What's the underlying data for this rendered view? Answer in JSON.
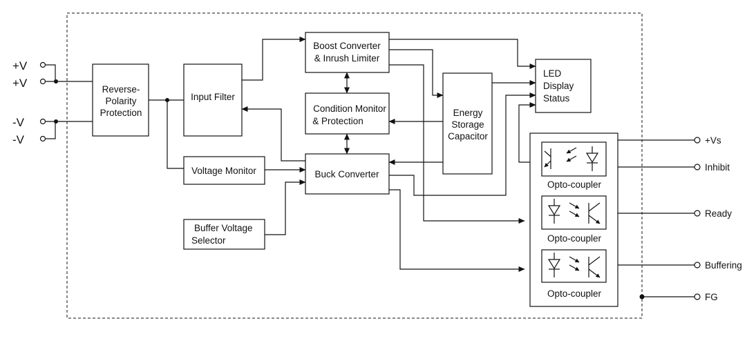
{
  "blocks": {
    "reverse_polarity": [
      "Reverse-",
      "Polarity",
      "Protection"
    ],
    "input_filter": [
      "Input Filter"
    ],
    "voltage_monitor": [
      "Voltage Monitor"
    ],
    "buffer_selector": [
      "Buffer  Voltage",
      "Selector"
    ],
    "boost_converter": [
      "Boost Converter",
      "& Inrush Limiter"
    ],
    "condition_monitor": [
      "Condition Monitor",
      "& Protection"
    ],
    "buck_converter": [
      "Buck Converter"
    ],
    "energy_storage": [
      "Energy",
      "Storage",
      "Capacitor"
    ],
    "led_display": [
      "LED",
      "Display",
      "Status"
    ],
    "opto_coupler": "Opto-coupler"
  },
  "input_terminals": [
    "+V",
    "+V",
    "-V",
    "-V"
  ],
  "output_terminals": [
    "+Vs",
    "Inhibit",
    "Ready",
    "Buffering",
    "FG"
  ]
}
